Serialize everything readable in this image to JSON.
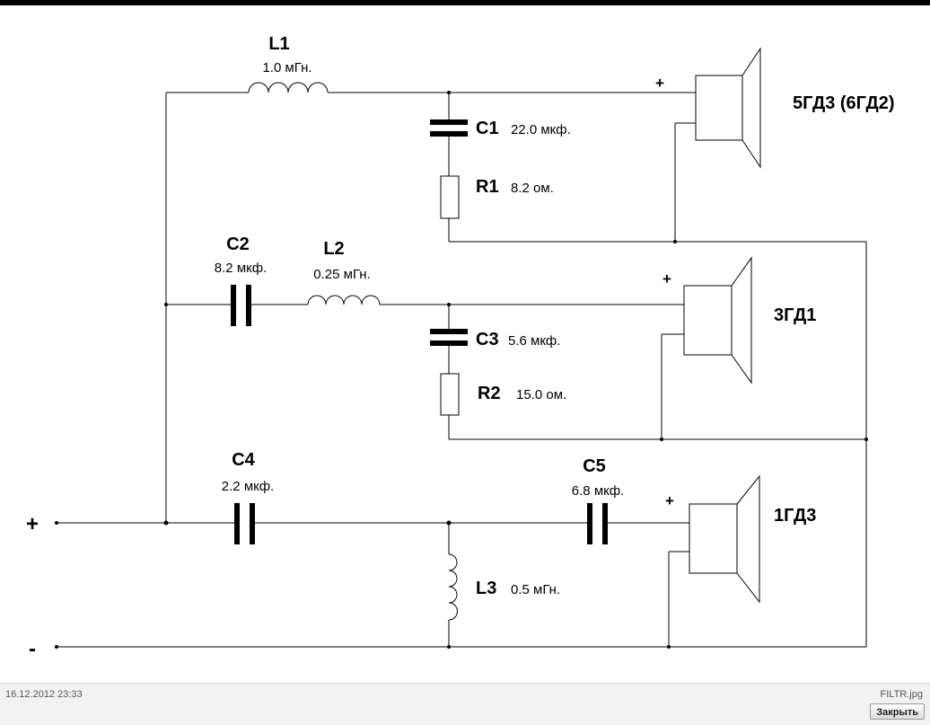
{
  "components": {
    "L1": {
      "name": "L1",
      "value": "1.0 мГн."
    },
    "C1": {
      "name": "C1",
      "value": "22.0 мкф."
    },
    "R1": {
      "name": "R1",
      "value": "8.2 ом."
    },
    "C2": {
      "name": "C2",
      "value": "8.2 мкф."
    },
    "L2": {
      "name": "L2",
      "value": "0.25 мГн."
    },
    "C3": {
      "name": "C3",
      "value": "5.6 мкф."
    },
    "R2": {
      "name": "R2",
      "value": "15.0 ом."
    },
    "C4": {
      "name": "C4",
      "value": "2.2 мкф."
    },
    "C5": {
      "name": "C5",
      "value": "6.8 мкф."
    },
    "L3": {
      "name": "L3",
      "value": "0.5 мГн."
    }
  },
  "speakers": {
    "woofer": {
      "label": "5ГД3 (6ГД2)",
      "polarity": "+"
    },
    "mid": {
      "label": "3ГД1",
      "polarity": "+"
    },
    "tweeter": {
      "label": "1ГД3",
      "polarity": "+"
    }
  },
  "terminals": {
    "plus": "+",
    "minus": "-"
  },
  "footer": {
    "date": "16.12.2012 23:33",
    "filename": "FILTR.jpg",
    "close_label": "Закрыть"
  }
}
